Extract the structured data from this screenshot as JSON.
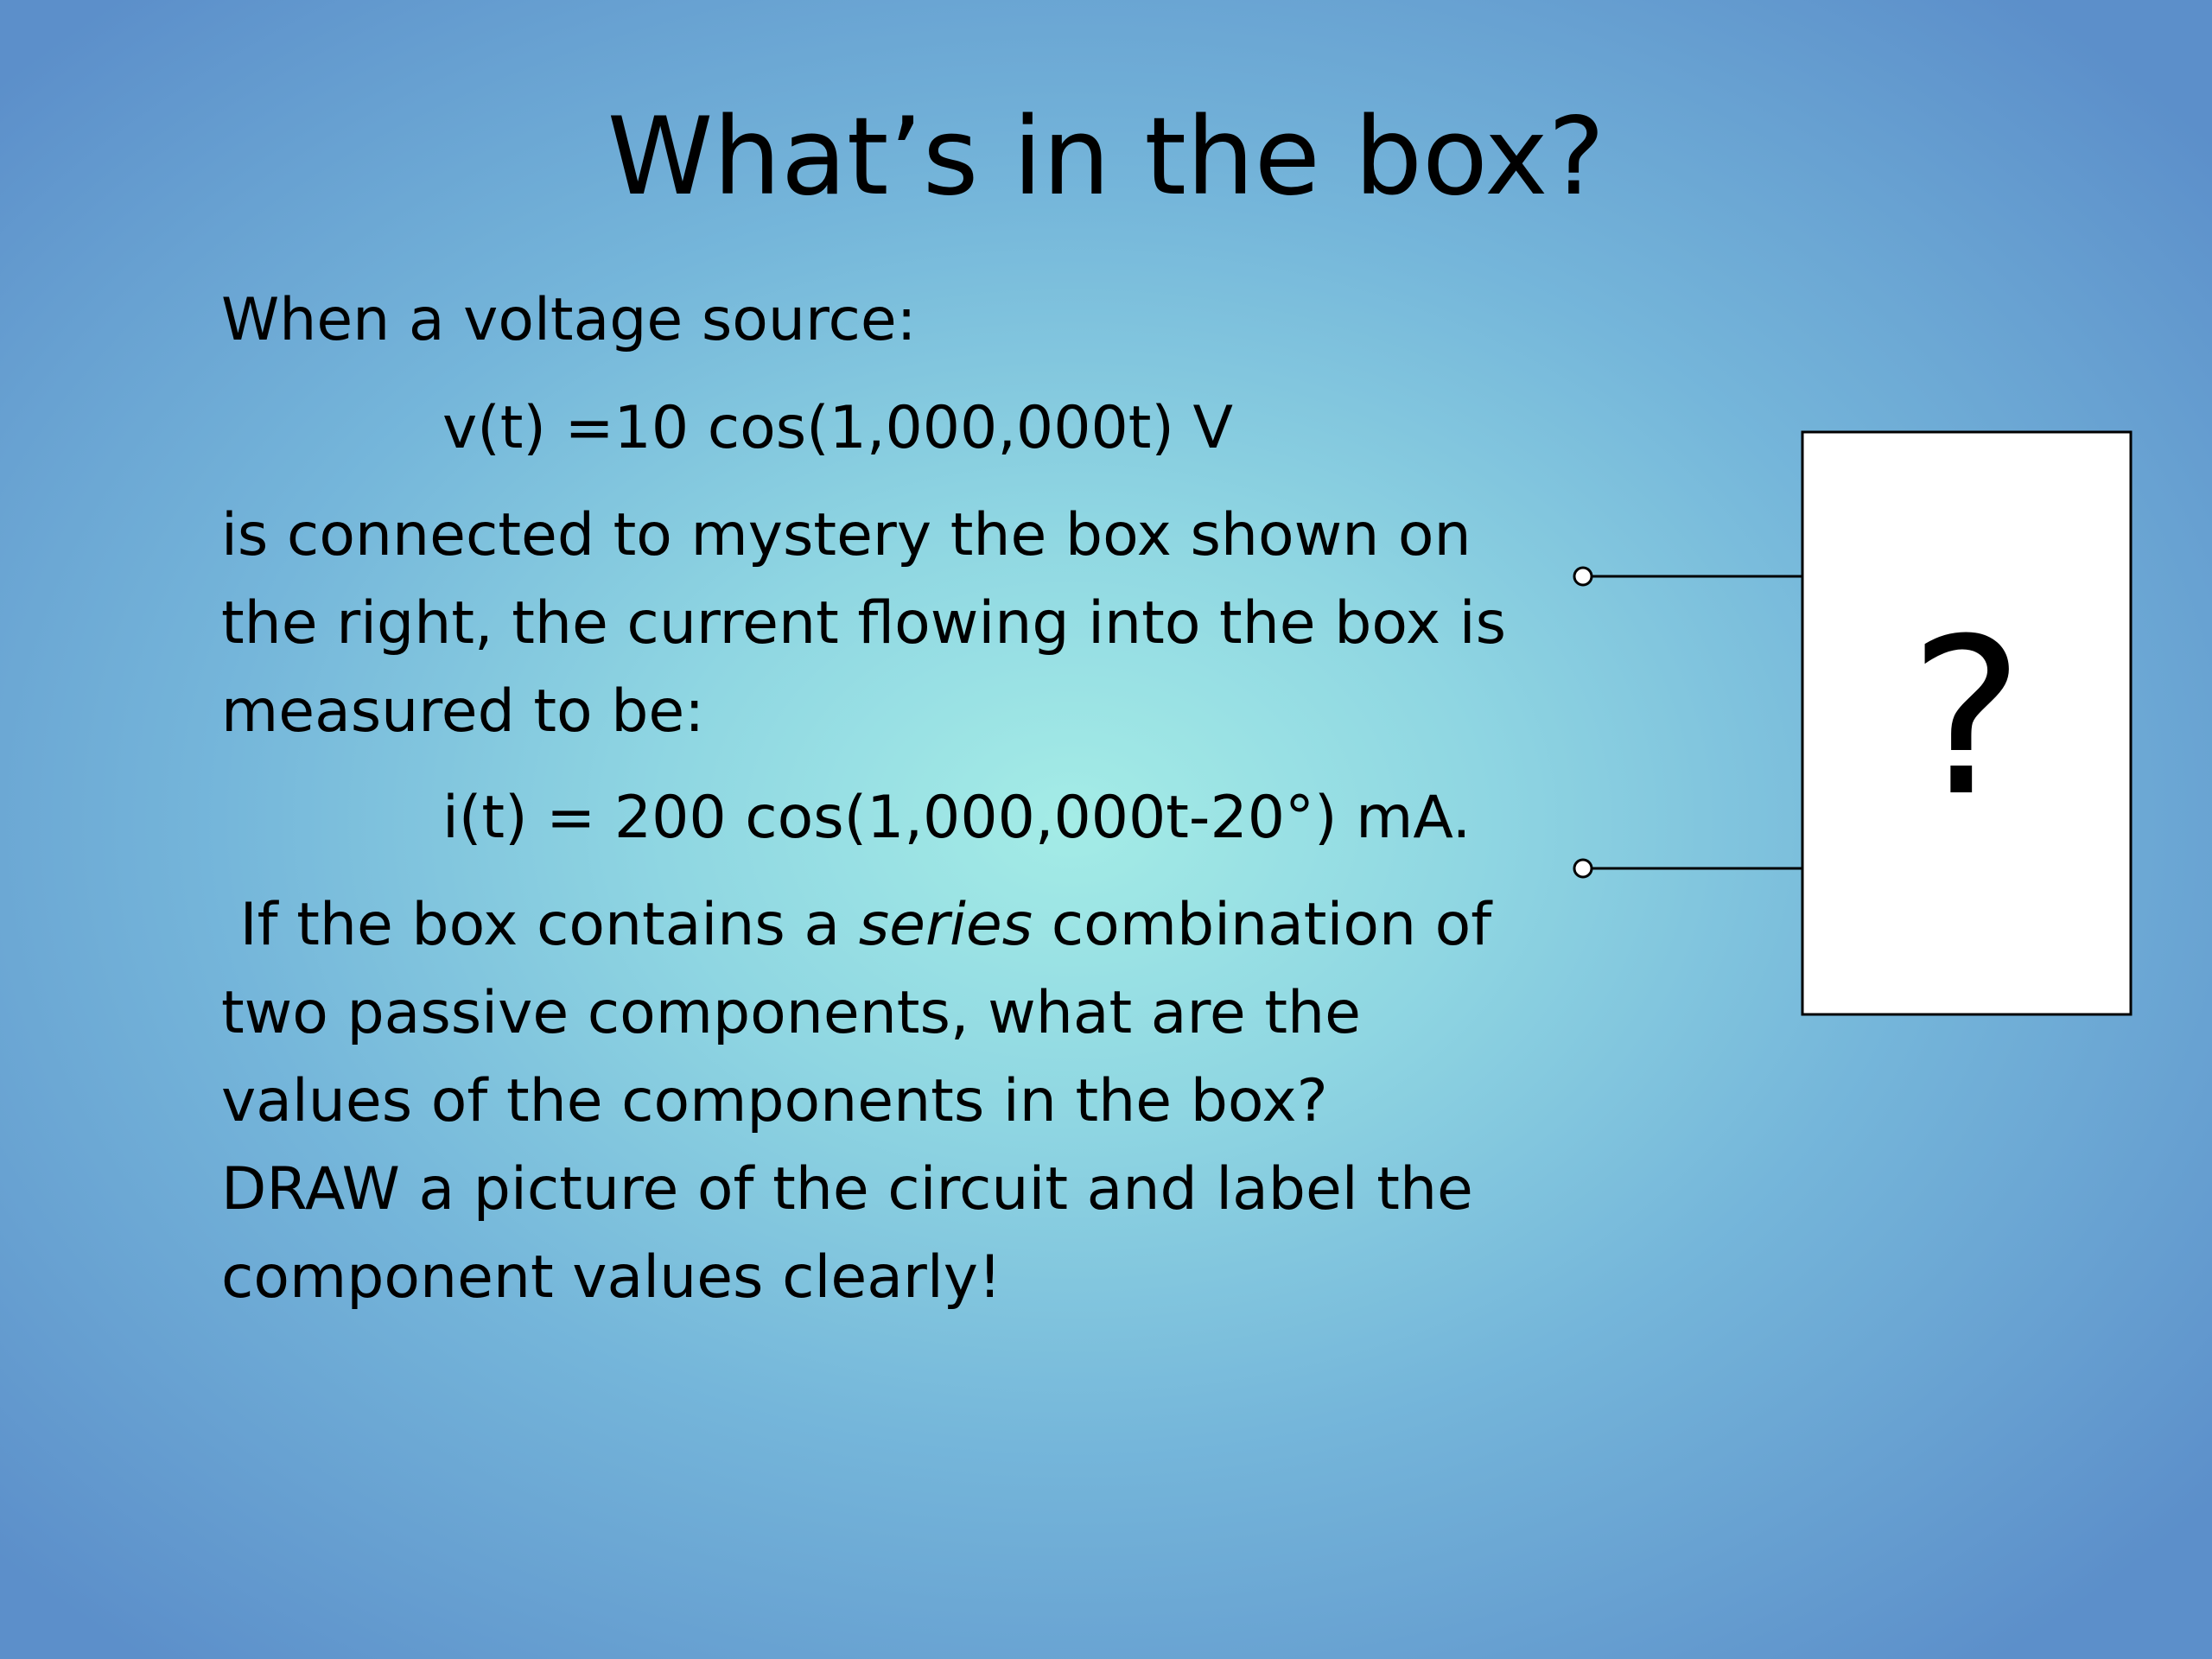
{
  "slide": {
    "title": "What’s in the box?",
    "lines": {
      "intro": "When a voltage source:",
      "voltage_eq": "v(t) =10  cos(1,000,000t) V",
      "connected_1": "is connected to mystery the box shown on",
      "connected_2": "the right, the current flowing into the box is",
      "connected_3": "measured to be:",
      "current_eq": "i(t) = 200 cos(1,000,000t-20°) mA.",
      "question_1_pre": " If the box contains a ",
      "question_1_em": "series",
      "question_1_post": " combination of",
      "question_2": "two passive components, what are the",
      "question_3": "values of the components in the box?",
      "question_4": "DRAW a picture of the circuit and label the",
      "question_5": "component values clearly!"
    },
    "diagram": {
      "box_label": "?"
    }
  }
}
